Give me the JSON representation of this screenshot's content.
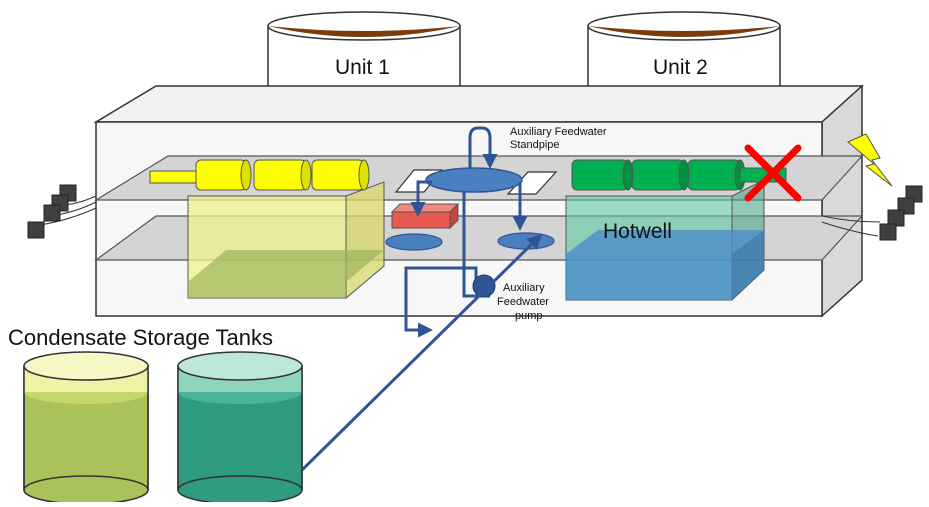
{
  "labels": {
    "unit1": "Unit 1",
    "unit2": "Unit 2",
    "standpipe_line1": "Auxiliary Feedwater",
    "standpipe_line2": "Standpipe",
    "hotwell": "Hotwell",
    "pump_line1": "Auxiliary",
    "pump_line2": "Feedwater",
    "pump_line3": "pump",
    "cst": "Condensate Storage Tanks"
  },
  "icons": {
    "failed_marker": "red-x-icon",
    "power_failure": "lightning-bolt-icon"
  },
  "colors": {
    "pipe": "#2f5597",
    "yellow_component": "#ffff00",
    "green_component": "#00b050",
    "failure_x": "#ff0000",
    "lightning": "#ffff00",
    "tank_yellow": "#b5c95f",
    "tank_green": "#2e9b82",
    "hotwell": "#4d8fc9",
    "valve_red": "#e85a4f"
  }
}
